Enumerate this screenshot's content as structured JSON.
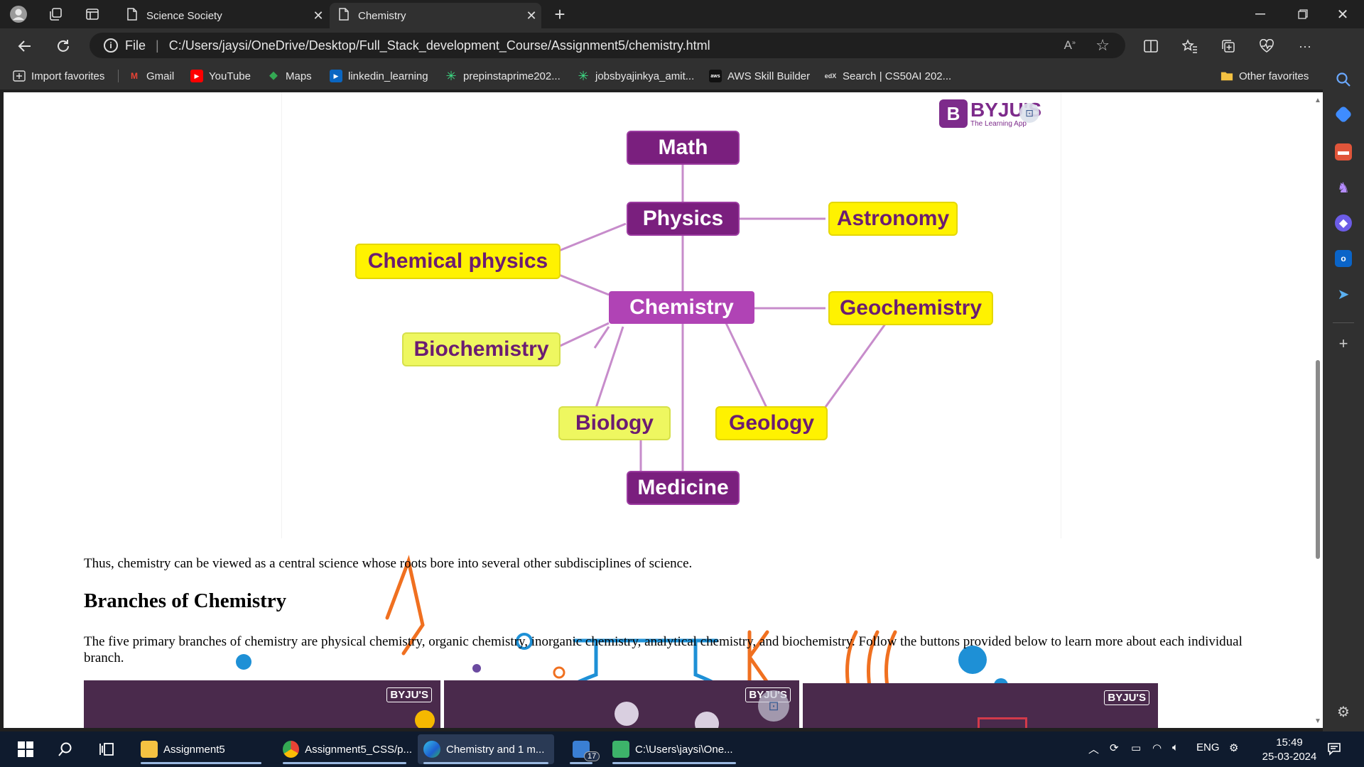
{
  "browser": {
    "tabs": [
      {
        "title": "Science Society",
        "active": false
      },
      {
        "title": "Chemistry",
        "active": true
      }
    ],
    "address": {
      "scheme_label": "File",
      "url": "C:/Users/jaysi/OneDrive/Desktop/Full_Stack_development_Course/Assignment5/chemistry.html"
    },
    "favorites": [
      {
        "label": "Import favorites",
        "icon": "import-icon"
      },
      {
        "label": "Gmail",
        "icon": "gmail-icon"
      },
      {
        "label": "YouTube",
        "icon": "youtube-icon"
      },
      {
        "label": "Maps",
        "icon": "maps-icon"
      },
      {
        "label": "linkedin_learning",
        "icon": "linkedin-icon"
      },
      {
        "label": "prepinstaprime202...",
        "icon": "star-burst-icon"
      },
      {
        "label": "jobsbyajinkya_amit...",
        "icon": "star-burst-icon"
      },
      {
        "label": "AWS Skill Builder",
        "icon": "aws-icon"
      },
      {
        "label": "Search | CS50AI 202...",
        "icon": "edx-icon"
      },
      {
        "label": "Other favorites",
        "icon": "folder-icon"
      }
    ]
  },
  "diagram": {
    "brand": "BYJU'S",
    "brand_tagline": "The Learning App",
    "nodes": {
      "math": "Math",
      "physics": "Physics",
      "astronomy": "Astronomy",
      "chemical_physics": "Chemical physics",
      "chemistry": "Chemistry",
      "geochemistry": "Geochemistry",
      "biochemistry": "Biochemistry",
      "biology": "Biology",
      "geology": "Geology",
      "medicine": "Medicine"
    }
  },
  "content": {
    "intro": "Thus, chemistry can be viewed as a central science whose roots bore into several other subdisciplines of science.",
    "heading": "Branches of Chemistry",
    "branches_text": "The five primary branches of chemistry are physical chemistry, organic chemistry, inorganic chemistry, analytical chemistry, and biochemistry. Follow the buttons provided below to learn more about each individual branch.",
    "thumb_brand": "BYJU'S"
  },
  "taskbar": {
    "apps": [
      {
        "label": "Assignment5",
        "icon": "folder-icon"
      },
      {
        "label": "Assignment5_CSS/p...",
        "icon": "chrome-icon"
      },
      {
        "label": "Chemistry and 1 m...",
        "icon": "edge-icon"
      },
      {
        "label": "",
        "icon": "mail-icon",
        "badge": "17"
      },
      {
        "label": "C:\\Users\\jaysi\\One...",
        "icon": "notepad-icon"
      }
    ],
    "language": "ENG",
    "time": "15:49",
    "date": "25-03-2024"
  },
  "colors": {
    "purple_dark": "#7a1f7e",
    "purple_center": "#b043b5",
    "yellow": "#fff200",
    "lime": "#eef760",
    "connector": "#c78ccb",
    "deco_blue": "#1e90d6",
    "deco_orange": "#f07020"
  }
}
